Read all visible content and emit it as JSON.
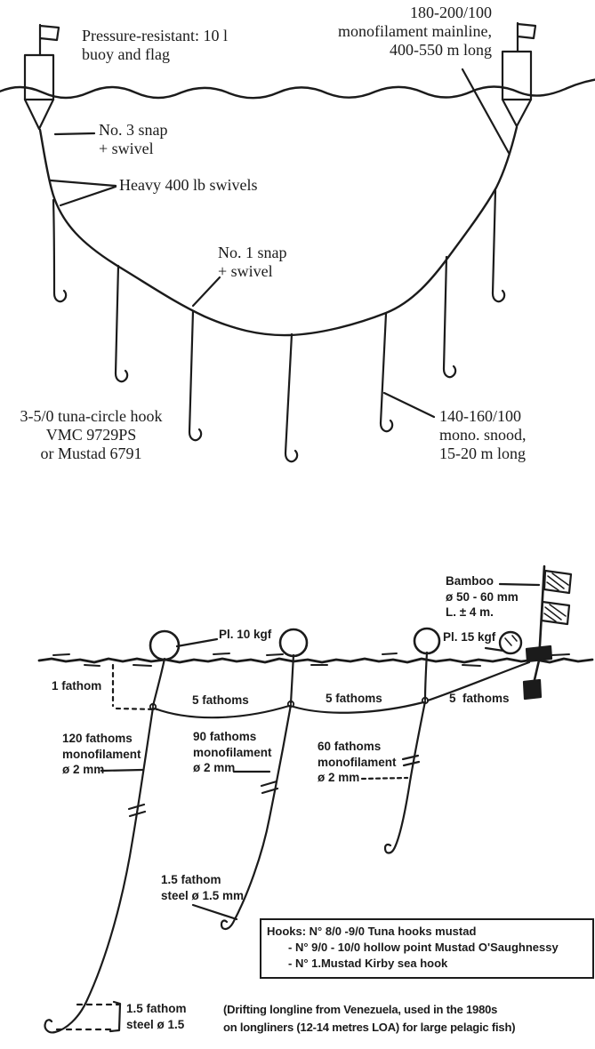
{
  "palette": {
    "ink": "#1b1b1b",
    "paper": "#ffffff"
  },
  "top_diagram": {
    "labels": {
      "buoy": "Pressure-resistant: 10 l\nbuoy and flag",
      "mainline": "180-200/100\nmonofilament mainline,\n400-550 m long",
      "snap3": "No. 3 snap\n+ swivel",
      "heavy_swivels": "Heavy 400 lb swivels",
      "snap1": "No. 1 snap\n+ swivel",
      "hook": "3-5/0 tuna-circle hook\nVMC 9729PS\nor Mustad 6791",
      "snood": "140-160/100\nmono. snood,\n15-20 m long"
    }
  },
  "bottom_diagram": {
    "labels": {
      "bamboo": "Bamboo\nø 50 - 60 mm\nL. ± 4 m.",
      "float_left": "Pl. 10 kgf",
      "float_right": "Pl. 15 kgf",
      "one_fathom": "1 fathom",
      "five_fathoms_1": "5 fathoms",
      "five_fathoms_2": "5 fathoms",
      "five_fathoms_3": "5  fathoms",
      "dropper_120": "120 fathoms\nmonofilament\nø 2 mm",
      "dropper_90": "90 fathoms\nmonofilament\nø 2 mm",
      "dropper_60": "60 fathoms\nmonofilament\nø 2 mm",
      "steel_leader": "1.5 fathom\nsteel ø 1.5 mm",
      "steel_leader_bottom": "1.5 fathom\nsteel ø 1.5"
    },
    "hooks_box": {
      "title_line": "Hooks: N° 8/0 -9/0 Tuna hooks mustad",
      "item_1": "-  N° 9/0 - 10/0 hollow point Mustad O'Saughnessy",
      "item_2": "-  N° 1.Mustad Kirby sea hook"
    },
    "caption": "(Drifting longline from Venezuela, used in the 1980s\non longliners (12-14 metres LOA) for large pelagic fish)"
  }
}
